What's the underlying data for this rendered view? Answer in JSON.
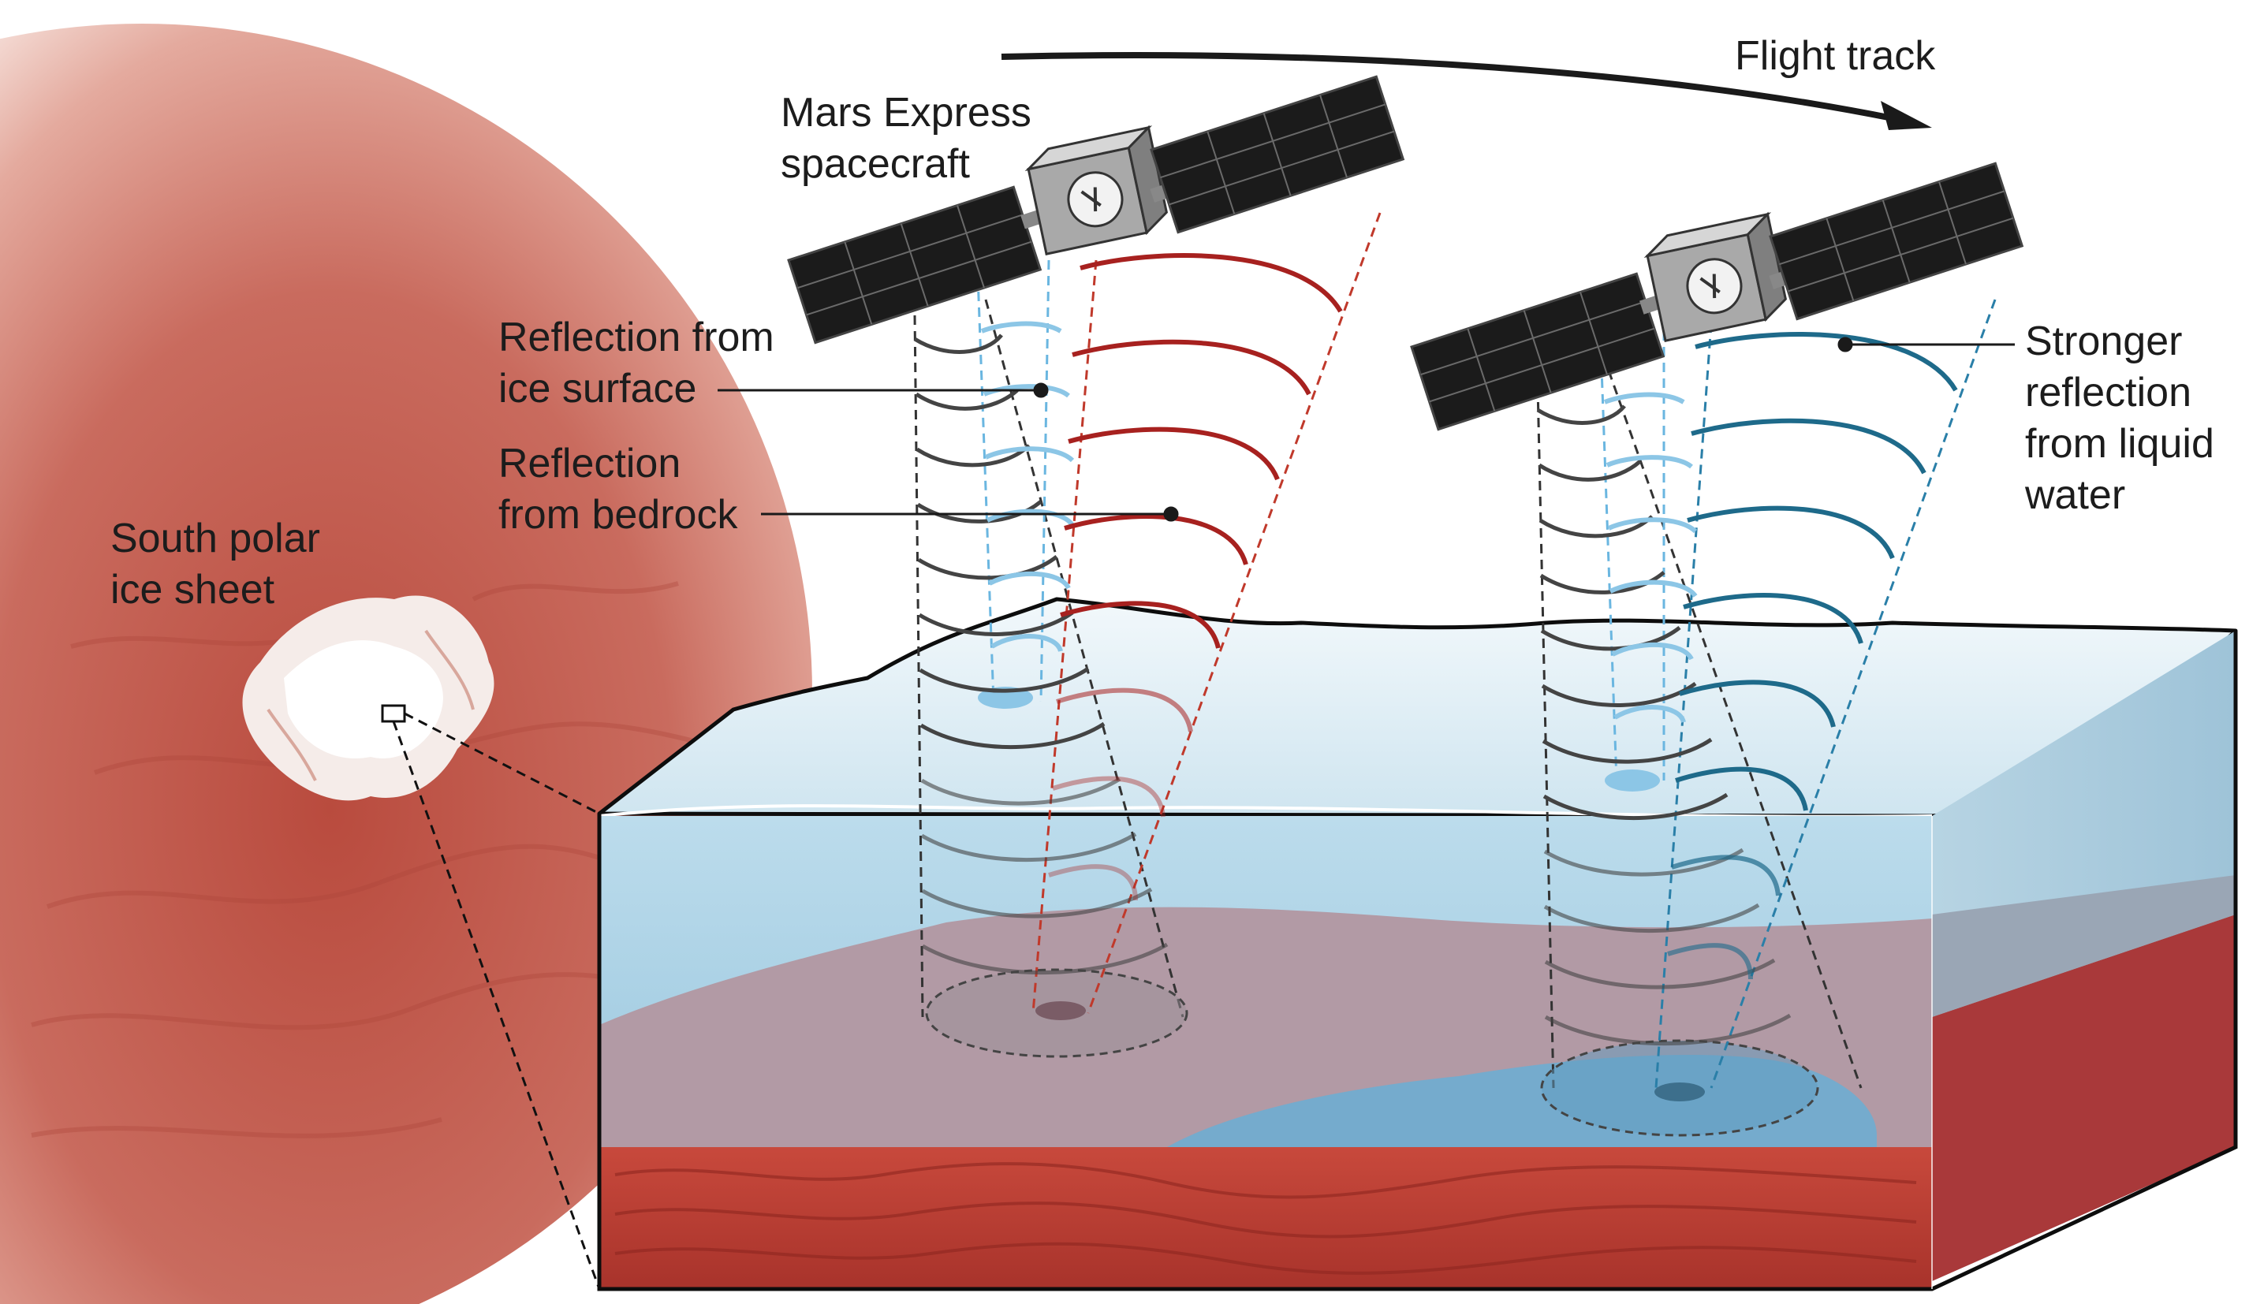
{
  "labels": {
    "flight_track": "Flight track",
    "spacecraft_line1": "Mars Express",
    "spacecraft_line2": "spacecraft",
    "ice_reflection_line1": "Reflection from",
    "ice_reflection_line2": "ice surface",
    "bedrock_reflection_line1": "Reflection",
    "bedrock_reflection_line2": "from bedrock",
    "ice_sheet_line1": "South polar",
    "ice_sheet_line2": "ice sheet",
    "water_reflection_line1": "Stronger",
    "water_reflection_line2": "reflection",
    "water_reflection_line3": "from liquid",
    "water_reflection_line4": "water"
  },
  "colors": {
    "mars_red": "#c0504a",
    "ice_blue": "#a9cfe3",
    "bedrock_red": "#a7211f",
    "water_reflection": "#1e6a8a",
    "ice_reflection": "#8cc6e6",
    "water_pool": "#4f97c2"
  }
}
